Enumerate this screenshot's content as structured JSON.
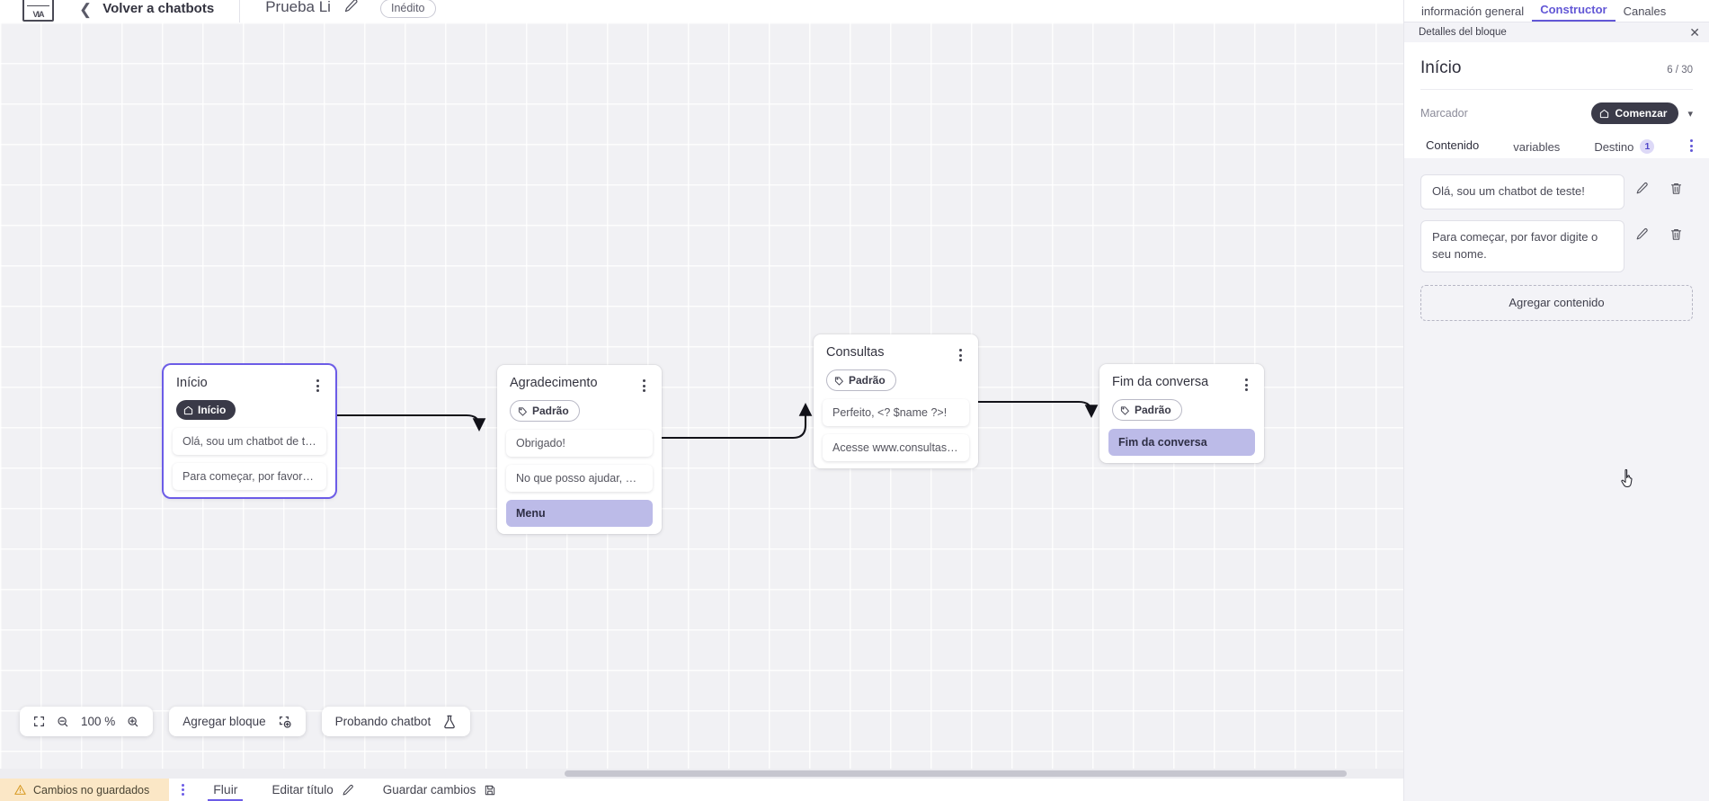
{
  "topbar": {
    "logo_text": "VIA",
    "back_label": "Volver a chatbots",
    "bot_title": "Prueba Li",
    "status_badge": "Inédito"
  },
  "canvas": {
    "zoom_level": "100 %",
    "add_block_label": "Agregar bloque",
    "test_chatbot_label": "Probando chatbot",
    "nodes": [
      {
        "id": "inicio",
        "title": "Início",
        "tag": "Início",
        "tag_style": "dark",
        "selected": true,
        "messages": [
          {
            "text": "Olá, sou um chatbot de teste!",
            "accent": false
          },
          {
            "text": "Para começar, por favor digite o ...",
            "accent": false
          }
        ]
      },
      {
        "id": "agradecimento",
        "title": "Agradecimento",
        "tag": "Padrão",
        "tag_style": "light",
        "selected": false,
        "messages": [
          {
            "text": "Obrigado!",
            "accent": false
          },
          {
            "text": "No que posso ajudar, <? $name ...",
            "accent": false
          },
          {
            "text": "Menu",
            "accent": true
          }
        ]
      },
      {
        "id": "consultas",
        "title": "Consultas",
        "tag": "Padrão",
        "tag_style": "light",
        "selected": false,
        "messages": [
          {
            "text": "Perfeito, <? $name ?>!",
            "accent": false
          },
          {
            "text": "Acesse www.consultas.com par...",
            "accent": false
          }
        ]
      },
      {
        "id": "fim",
        "title": "Fim da conversa",
        "tag": "Padrão",
        "tag_style": "light",
        "selected": false,
        "messages": [
          {
            "text": "Fim da conversa",
            "accent": true
          }
        ]
      }
    ]
  },
  "statusbar": {
    "unsaved_label": "Cambios no guardados",
    "flow_tab": "Fluir",
    "edit_title_label": "Editar título",
    "save_changes_label": "Guardar cambios"
  },
  "right_panel": {
    "tabs": [
      {
        "label": "información general",
        "active": false
      },
      {
        "label": "Constructor",
        "active": true
      },
      {
        "label": "Canales",
        "active": false
      }
    ],
    "header_title": "Detalles del bloque",
    "block_title": "Início",
    "block_count": "6 / 30",
    "marker_label": "Marcador",
    "marker_value": "Comenzar",
    "subtabs": [
      {
        "label": "Contenido",
        "active": true,
        "badge": ""
      },
      {
        "label": "variables",
        "active": false,
        "badge": ""
      },
      {
        "label": "Destino",
        "active": false,
        "badge": "1"
      }
    ],
    "contents": [
      {
        "text": "Olá, sou um chatbot de teste!"
      },
      {
        "text": "Para começar, por favor digite o seu nome."
      }
    ],
    "add_content_label": "Agregar contenido"
  },
  "colors": {
    "accent": "#6257d6",
    "node_accent": "#bcbbe8",
    "warning_bg": "#fbe7c6"
  }
}
